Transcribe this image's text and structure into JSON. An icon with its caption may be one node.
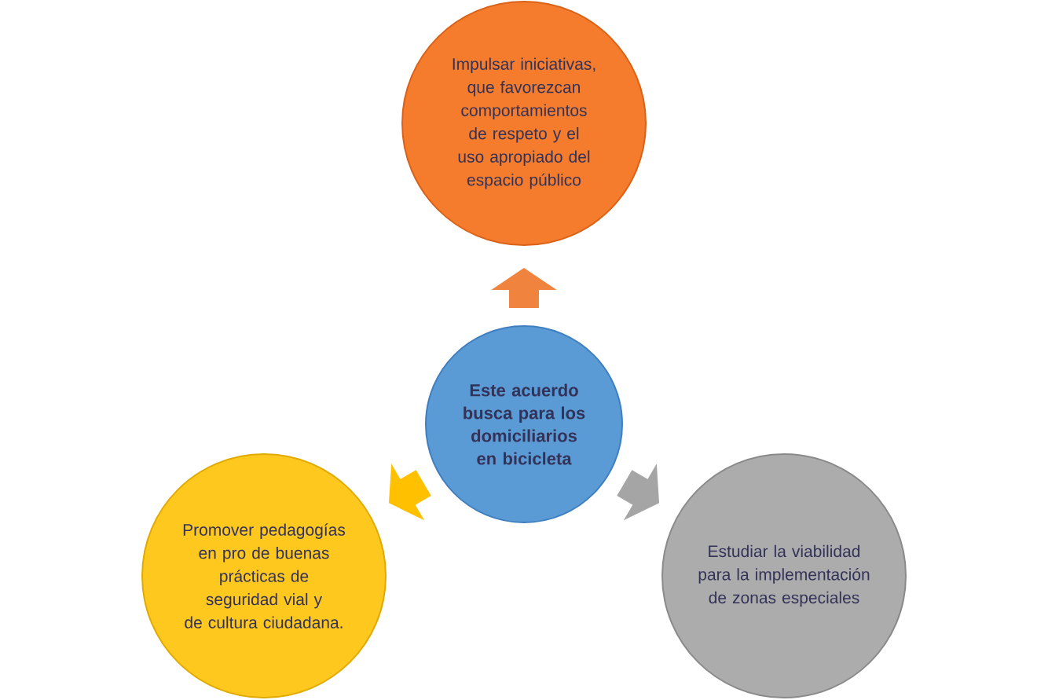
{
  "diagram": {
    "nodes": [
      {
        "text": [
          "Este acuerdo busca para los domiciliarios en bicicleta"
        ]
      },
      {
        "text": [
          "Impulsar iniciativas, que favorezcan comportamientos de respeto y el uso apropiado del espacio público"
        ]
      },
      {
        "text": [
          "Promover pedagogías en pro de buenas prácticas de seguridad vial y de cultura ciudadana."
        ]
      },
      {
        "text": [
          "Estudiar la viabilidad para la implementación de zonas especiales"
        ]
      }
    ],
    "edges": [
      {
        "from": 0,
        "to": 1,
        "arrow": "to",
        "color": "#f0843e"
      },
      {
        "from": 0,
        "to": 2,
        "arrow": "to",
        "color": "#ffc000"
      },
      {
        "from": 0,
        "to": 3,
        "arrow": "to",
        "color": "#a5a5a5"
      }
    ]
  }
}
